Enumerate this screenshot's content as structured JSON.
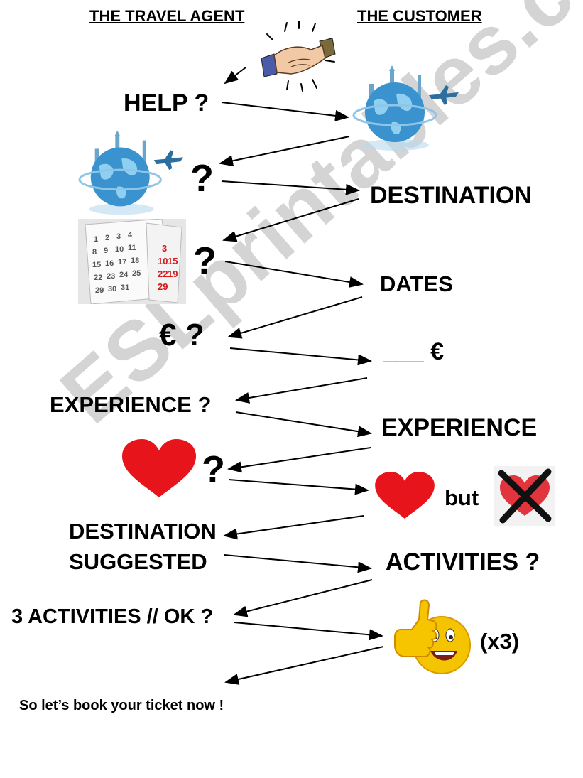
{
  "headers": {
    "agent": "THE TRAVEL AGENT",
    "customer": "THE CUSTOMER"
  },
  "watermark": "ESLprintables.com",
  "agent": {
    "help": "HELP ?",
    "destination_q": "?",
    "dates_q": "?",
    "budget_q": "€ ?",
    "experience_q": "EXPERIENCE ?",
    "love_q": "?",
    "suggested_line1": "DESTINATION",
    "suggested_line2": "SUGGESTED",
    "activities_ok": "3 ACTIVITIES // OK ?",
    "closing": "So let’s book your ticket now !"
  },
  "customer": {
    "destination": "DESTINATION",
    "dates": "DATES",
    "budget": "___ €",
    "experience": "EXPERIENCE",
    "but": "but",
    "activities_q": "ACTIVITIES ?",
    "times": "(x3)"
  },
  "colors": {
    "heart": "#e8141b",
    "globe": "#2f8fcf",
    "smiley": "#f5c400",
    "cross": "#111111"
  },
  "icons": [
    "handshake-icon",
    "globe-plane-icon",
    "calendar-icon",
    "heart-icon",
    "crossed-heart-icon",
    "thumbs-up-smiley-icon"
  ]
}
